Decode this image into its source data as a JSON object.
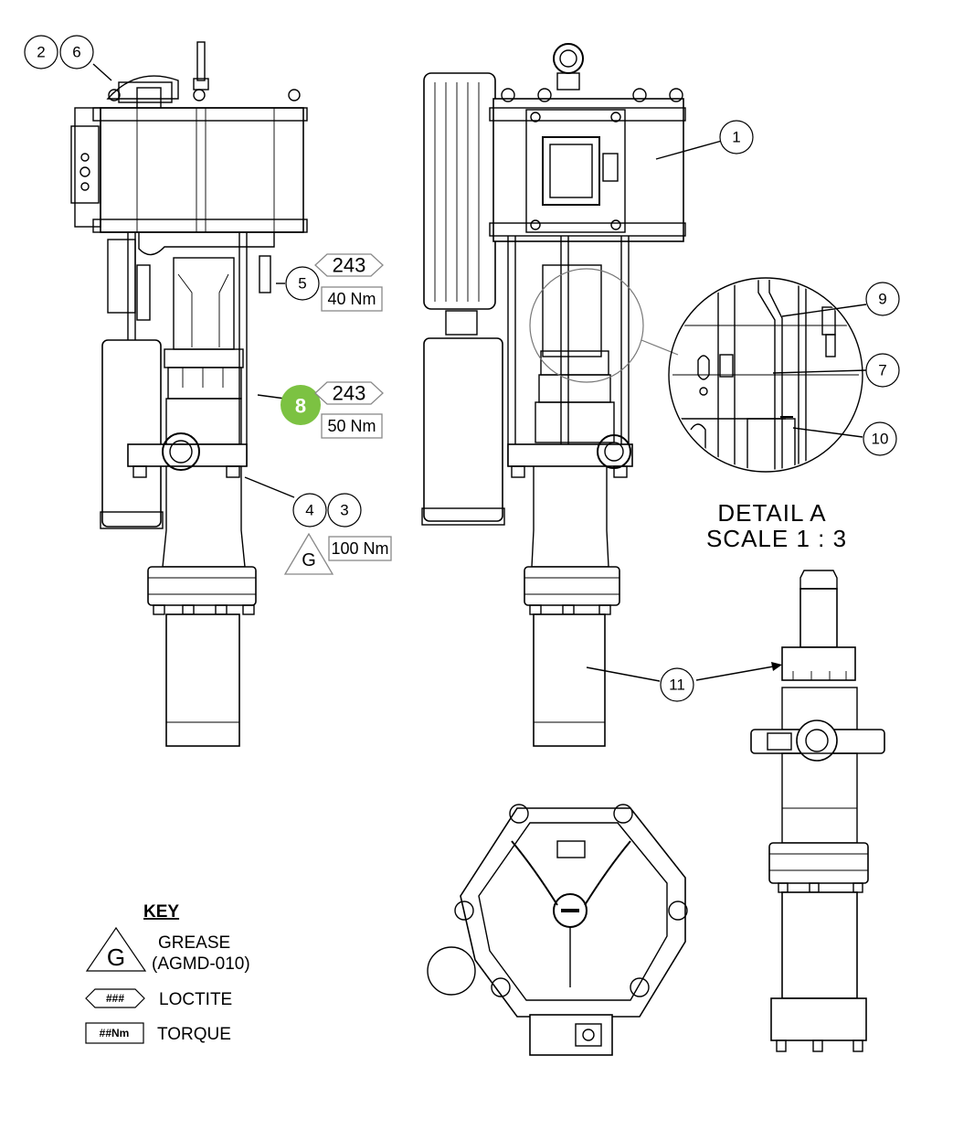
{
  "callouts": {
    "c1": "1",
    "c2": "2",
    "c3": "3",
    "c4": "4",
    "c5": "5",
    "c6": "6",
    "c7": "7",
    "c8": "8",
    "c9": "9",
    "c10": "10",
    "c11": "11"
  },
  "loctite_tags": {
    "top": "243",
    "mid": "243"
  },
  "torque_tags": {
    "top": "40 Nm",
    "mid": "50 Nm",
    "bottom": "100 Nm"
  },
  "grease_symbol": "G",
  "detail": {
    "line1": "DETAIL A",
    "line2": "SCALE 1 : 3"
  },
  "key": {
    "title": "KEY",
    "grease_symbol": "G",
    "grease_label": "GREASE",
    "grease_code": "(AGMD-010)",
    "loctite_symbol": "###",
    "loctite_label": "LOCTITE",
    "torque_symbol": "##Nm",
    "torque_label": "TORQUE"
  },
  "colors": {
    "highlight": "#7cc242",
    "line": "#000000",
    "tag_border": "#888888"
  },
  "icons": [
    "grease-triangle-icon",
    "loctite-hexagon-icon",
    "torque-box-icon"
  ]
}
